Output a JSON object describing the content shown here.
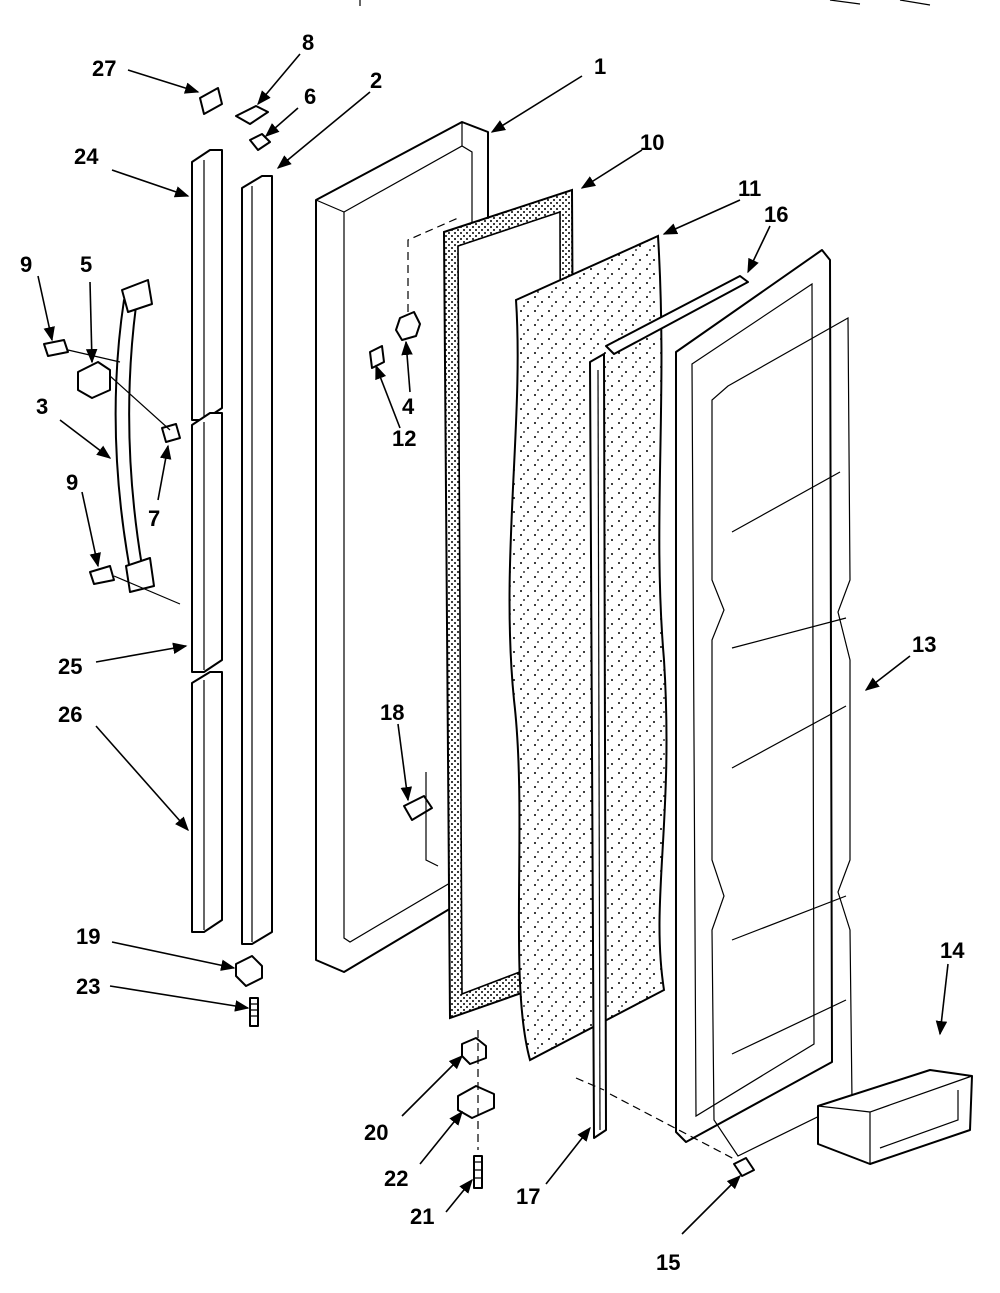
{
  "diagram": {
    "type": "exploded parts diagram",
    "callouts": {
      "c1": "1",
      "c2": "2",
      "c3": "3",
      "c4": "4",
      "c5": "5",
      "c6": "6",
      "c7": "7",
      "c8": "8",
      "c9a": "9",
      "c9b": "9",
      "c10": "10",
      "c11": "11",
      "c12": "12",
      "c13": "13",
      "c14": "14",
      "c15": "15",
      "c16": "16",
      "c17": "17",
      "c18": "18",
      "c19": "19",
      "c20": "20",
      "c21": "21",
      "c22": "22",
      "c23": "23",
      "c24": "24",
      "c25": "25",
      "c26": "26",
      "c27": "27"
    }
  }
}
